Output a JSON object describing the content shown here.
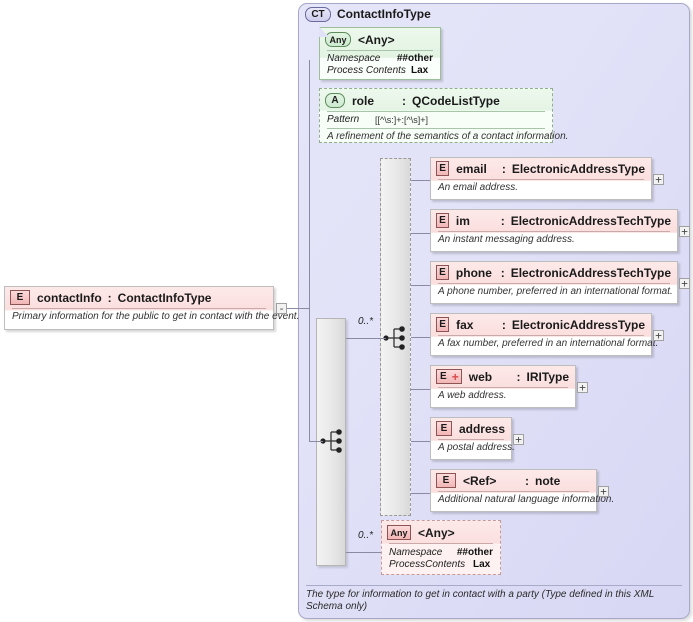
{
  "diagram": {
    "kind": "xsd-element-diagram",
    "root": {
      "badge": "E",
      "name": "contactInfo",
      "colon": ":",
      "type": "ContactInfoType",
      "annotation": "Primary information for the public to get in contact with the event.",
      "expander": "-"
    },
    "complex_type": {
      "badge": "CT",
      "title": "ContactInfoType",
      "footer": "The type for information to get in contact with a party (Type defined in this XML Schema only)"
    },
    "any_top": {
      "badge": "Any",
      "name": "<Any>",
      "properties": [
        {
          "key": "Namespace",
          "value": "##other"
        },
        {
          "key": "Process Contents",
          "value": "Lax"
        }
      ]
    },
    "attribute_role": {
      "badge": "A",
      "name": "role",
      "colon": ":",
      "type": "QCodeListType",
      "facet_key": "Pattern",
      "facet_value": "[[^\\s:]+:[^\\s]+]",
      "annotation": "A refinement of the semantics of a contact information."
    },
    "sequence_occurs": "0..*",
    "any_bottom_occurs": "0..*",
    "elements": [
      {
        "badge": "E",
        "badge_kind": "element",
        "name": "email",
        "colon": ":",
        "type": "ElectronicAddressType",
        "annotation": "An email address.",
        "expander": "+"
      },
      {
        "badge": "E",
        "badge_kind": "element",
        "name": "im",
        "colon": ":",
        "type": "ElectronicAddressTechType",
        "annotation": "An instant messaging address.",
        "expander": "+"
      },
      {
        "badge": "E",
        "badge_kind": "element",
        "name": "phone",
        "colon": ":",
        "type": "ElectronicAddressTechType",
        "annotation": "A phone number, preferred in an international format.",
        "expander": "+"
      },
      {
        "badge": "E",
        "badge_kind": "element",
        "name": "fax",
        "colon": ":",
        "type": "ElectronicAddressType",
        "annotation": "A fax number, preferred in an international format.",
        "expander": "+"
      },
      {
        "badge": "E",
        "badge_kind": "element-substitutable",
        "badge_plus": "+",
        "name": "web",
        "colon": ":",
        "type": "IRIType",
        "annotation": "A web address.",
        "expander": "+"
      },
      {
        "badge": "E",
        "badge_kind": "element",
        "name": "address",
        "colon": "",
        "type": "",
        "annotation": "A postal address.",
        "expander": "+"
      },
      {
        "badge": "E",
        "badge_kind": "element",
        "name": "<Ref>",
        "colon": ":",
        "type": "note",
        "annotation": "Additional natural language information.",
        "expander": "+"
      }
    ],
    "any_bottom": {
      "badge": "Any",
      "name": "<Any>",
      "properties": [
        {
          "key": "Namespace",
          "value": "##other"
        },
        {
          "key": "ProcessContents",
          "value": "Lax"
        }
      ]
    }
  },
  "colors": {
    "element_fill": "#fbdede",
    "element_border": "#8c5454",
    "attribute_fill": "#cdead0",
    "attribute_border": "#5d8c5d",
    "complextype_fill": "#e0e0f7",
    "complextype_border": "#a7a7c8",
    "connector": "#8a8aa5"
  }
}
